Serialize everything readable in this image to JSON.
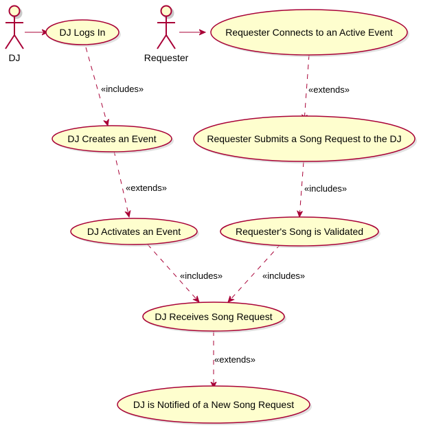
{
  "actors": {
    "dj": {
      "label": "DJ"
    },
    "requester": {
      "label": "Requester"
    }
  },
  "use_cases": {
    "dj_logs_in": "DJ Logs In",
    "dj_creates_event": "DJ Creates an Event",
    "dj_activates_event": "DJ Activates an Event",
    "dj_receives_request": "DJ Receives Song Request",
    "dj_notified": "DJ is Notified of a New Song Request",
    "requester_connects": "Requester Connects to an Active Event",
    "requester_submits": "Requester Submits a Song Request to the DJ",
    "song_validated": "Requester's Song is Validated"
  },
  "relations": {
    "login_to_create": "«includes»",
    "create_to_activate": "«extends»",
    "activate_to_receive": "«includes»",
    "connect_to_submit": "«extends»",
    "submit_to_validate": "«includes»",
    "validate_to_receive": "«includes»",
    "receive_to_notify": "«extends»"
  },
  "colors": {
    "usecase_fill": "#FEFECE",
    "border": "#A80036"
  }
}
